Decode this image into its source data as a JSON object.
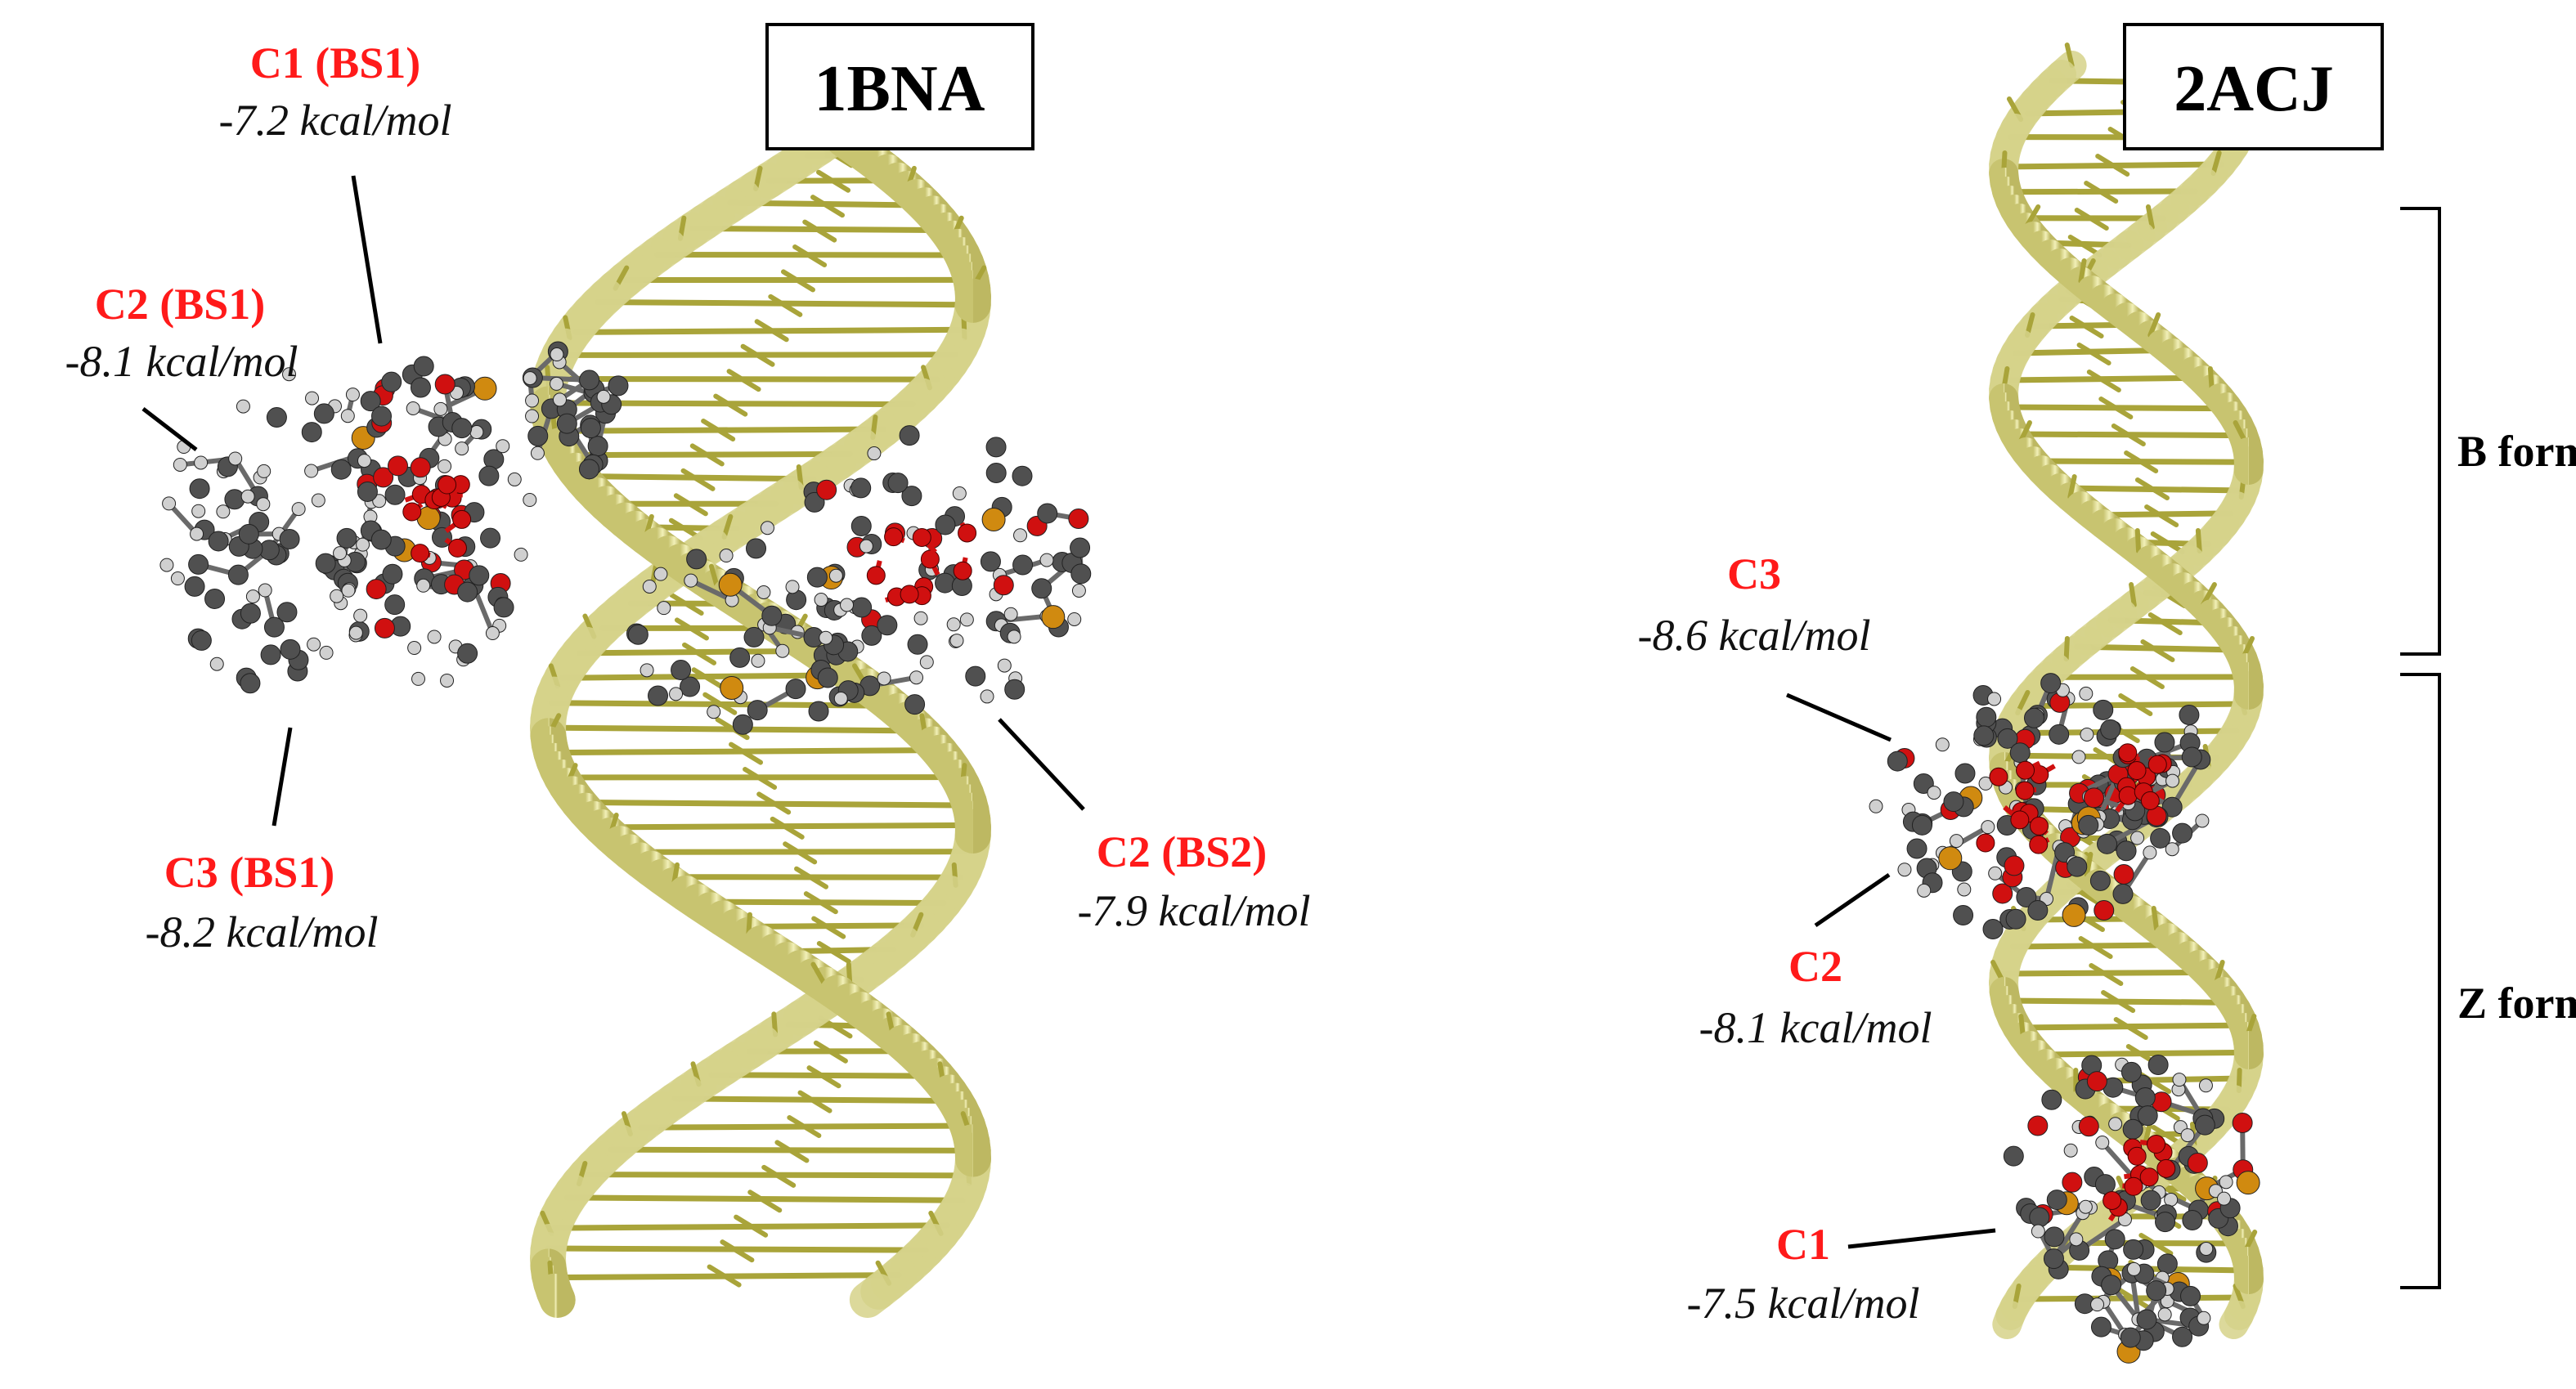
{
  "panels": [
    {
      "id": "1bna",
      "title": "1BNA",
      "labels": [
        {
          "id": "c1-bs1",
          "name": "C1 (BS1)",
          "energy": "-7.2 kcal/mol"
        },
        {
          "id": "c2-bs1",
          "name": "C2 (BS1)",
          "energy": "-8.1 kcal/mol"
        },
        {
          "id": "c3-bs1",
          "name": "C3 (BS1)",
          "energy": "-8.2 kcal/mol"
        },
        {
          "id": "c2-bs2",
          "name": "C2 (BS2)",
          "energy": "-7.9 kcal/mol"
        }
      ]
    },
    {
      "id": "2acj",
      "title": "2ACJ",
      "labels": [
        {
          "id": "c3",
          "name": "C3",
          "energy": "-8.6 kcal/mol"
        },
        {
          "id": "c2",
          "name": "C2",
          "energy": "-8.1 kcal/mol"
        },
        {
          "id": "c1",
          "name": "C1",
          "energy": "-7.5 kcal/mol"
        }
      ],
      "regions": [
        {
          "id": "b-form",
          "label": "B form"
        },
        {
          "id": "z-form",
          "label": "Z form"
        }
      ]
    }
  ],
  "colors": {
    "helix_backbone": "#e9e7a0",
    "helix_sticks": "#a9a43a",
    "carbon": "#505050",
    "hydrogen": "#d0d0d0",
    "oxygen": "#d01010",
    "sulfur": "#d08a10",
    "label_red": "#ff1a1a"
  }
}
